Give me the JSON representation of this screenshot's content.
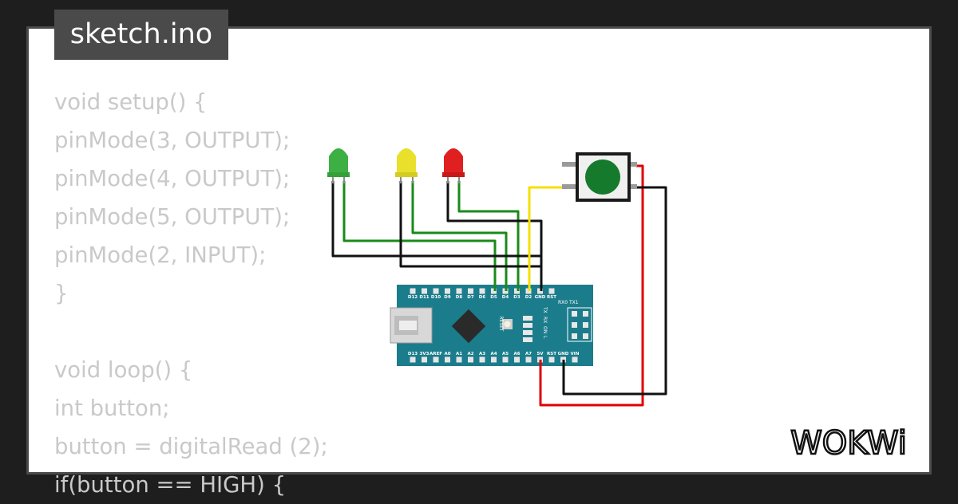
{
  "file_tab": {
    "title": "sketch.ino"
  },
  "code_lines": [
    "void setup() {",
    "pinMode(3, OUTPUT);",
    "pinMode(4, OUTPUT);",
    "pinMode(5, OUTPUT);",
    "pinMode(2, INPUT);",
    "}",
    "",
    "void loop() {",
    "int button;",
    "button = digitalRead (2);",
    "if(button == HIGH) {"
  ],
  "board": {
    "top_pins": [
      "D12",
      "D11",
      "D10",
      "D9",
      "D8",
      "D7",
      "D6",
      "D5",
      "D4",
      "D3",
      "D2",
      "GND",
      "RST"
    ],
    "bottom_pins": [
      "D13",
      "3V3",
      "AREF",
      "A0",
      "A1",
      "A2",
      "A3",
      "A4",
      "A5",
      "A6",
      "A7",
      "5V",
      "RST",
      "GND",
      "VIN"
    ],
    "serial_label": "RX0 TX1",
    "reset_label": "RESET",
    "led_labels": [
      "TX",
      "RX",
      "ON",
      "L"
    ]
  },
  "leds": [
    {
      "name": "green",
      "color": "#3cb043"
    },
    {
      "name": "yellow",
      "color": "#e8e02a"
    },
    {
      "name": "red",
      "color": "#e02020"
    }
  ],
  "wire_colors": {
    "green": "#1a8a1a",
    "black": "#111111",
    "yellow": "#f4e000",
    "red": "#e00000"
  },
  "logo": {
    "text": "WOKWi"
  }
}
